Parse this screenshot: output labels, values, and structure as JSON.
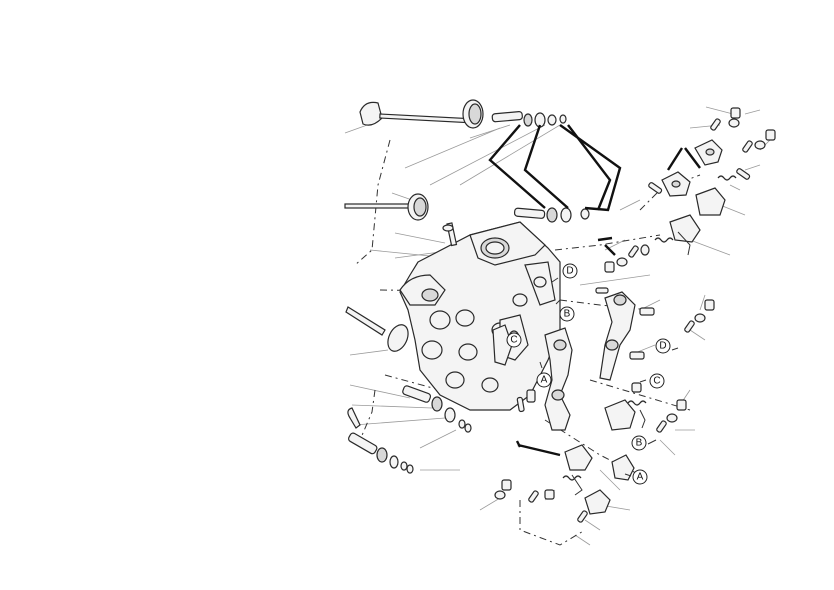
{
  "callouts": {
    "d1": "D",
    "b1": "B",
    "c1": "C",
    "a1": "A",
    "d2": "D",
    "c2": "C",
    "b2": "B",
    "a2": "A"
  },
  "colors": {
    "line": "#2a2a2a",
    "leader": "#9a9a9a",
    "background": "#ffffff"
  }
}
